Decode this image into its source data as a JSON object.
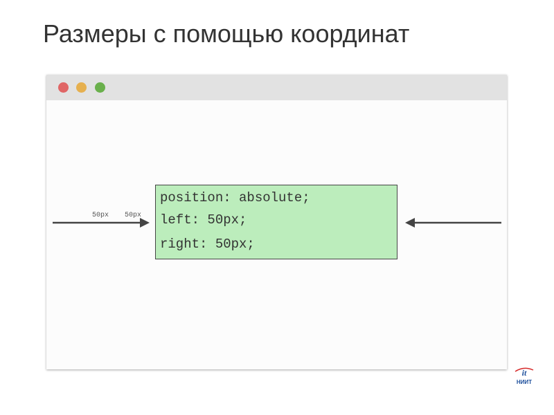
{
  "slide": {
    "title": "Размеры с помощью координат"
  },
  "browser": {
    "traffic_lights": [
      {
        "name": "close",
        "color": "#e06666"
      },
      {
        "name": "minimize",
        "color": "#e6b04f"
      },
      {
        "name": "maximize",
        "color": "#6ab04c"
      }
    ]
  },
  "code": {
    "line1": "position: absolute;",
    "line2": "left: 50px;",
    "line3": "right: 50px;",
    "background": "#bcedbc"
  },
  "annotations": {
    "left_label_1": "50px",
    "left_label_2": "50px"
  },
  "logo": {
    "text": "НИИТ",
    "mark": "it"
  }
}
